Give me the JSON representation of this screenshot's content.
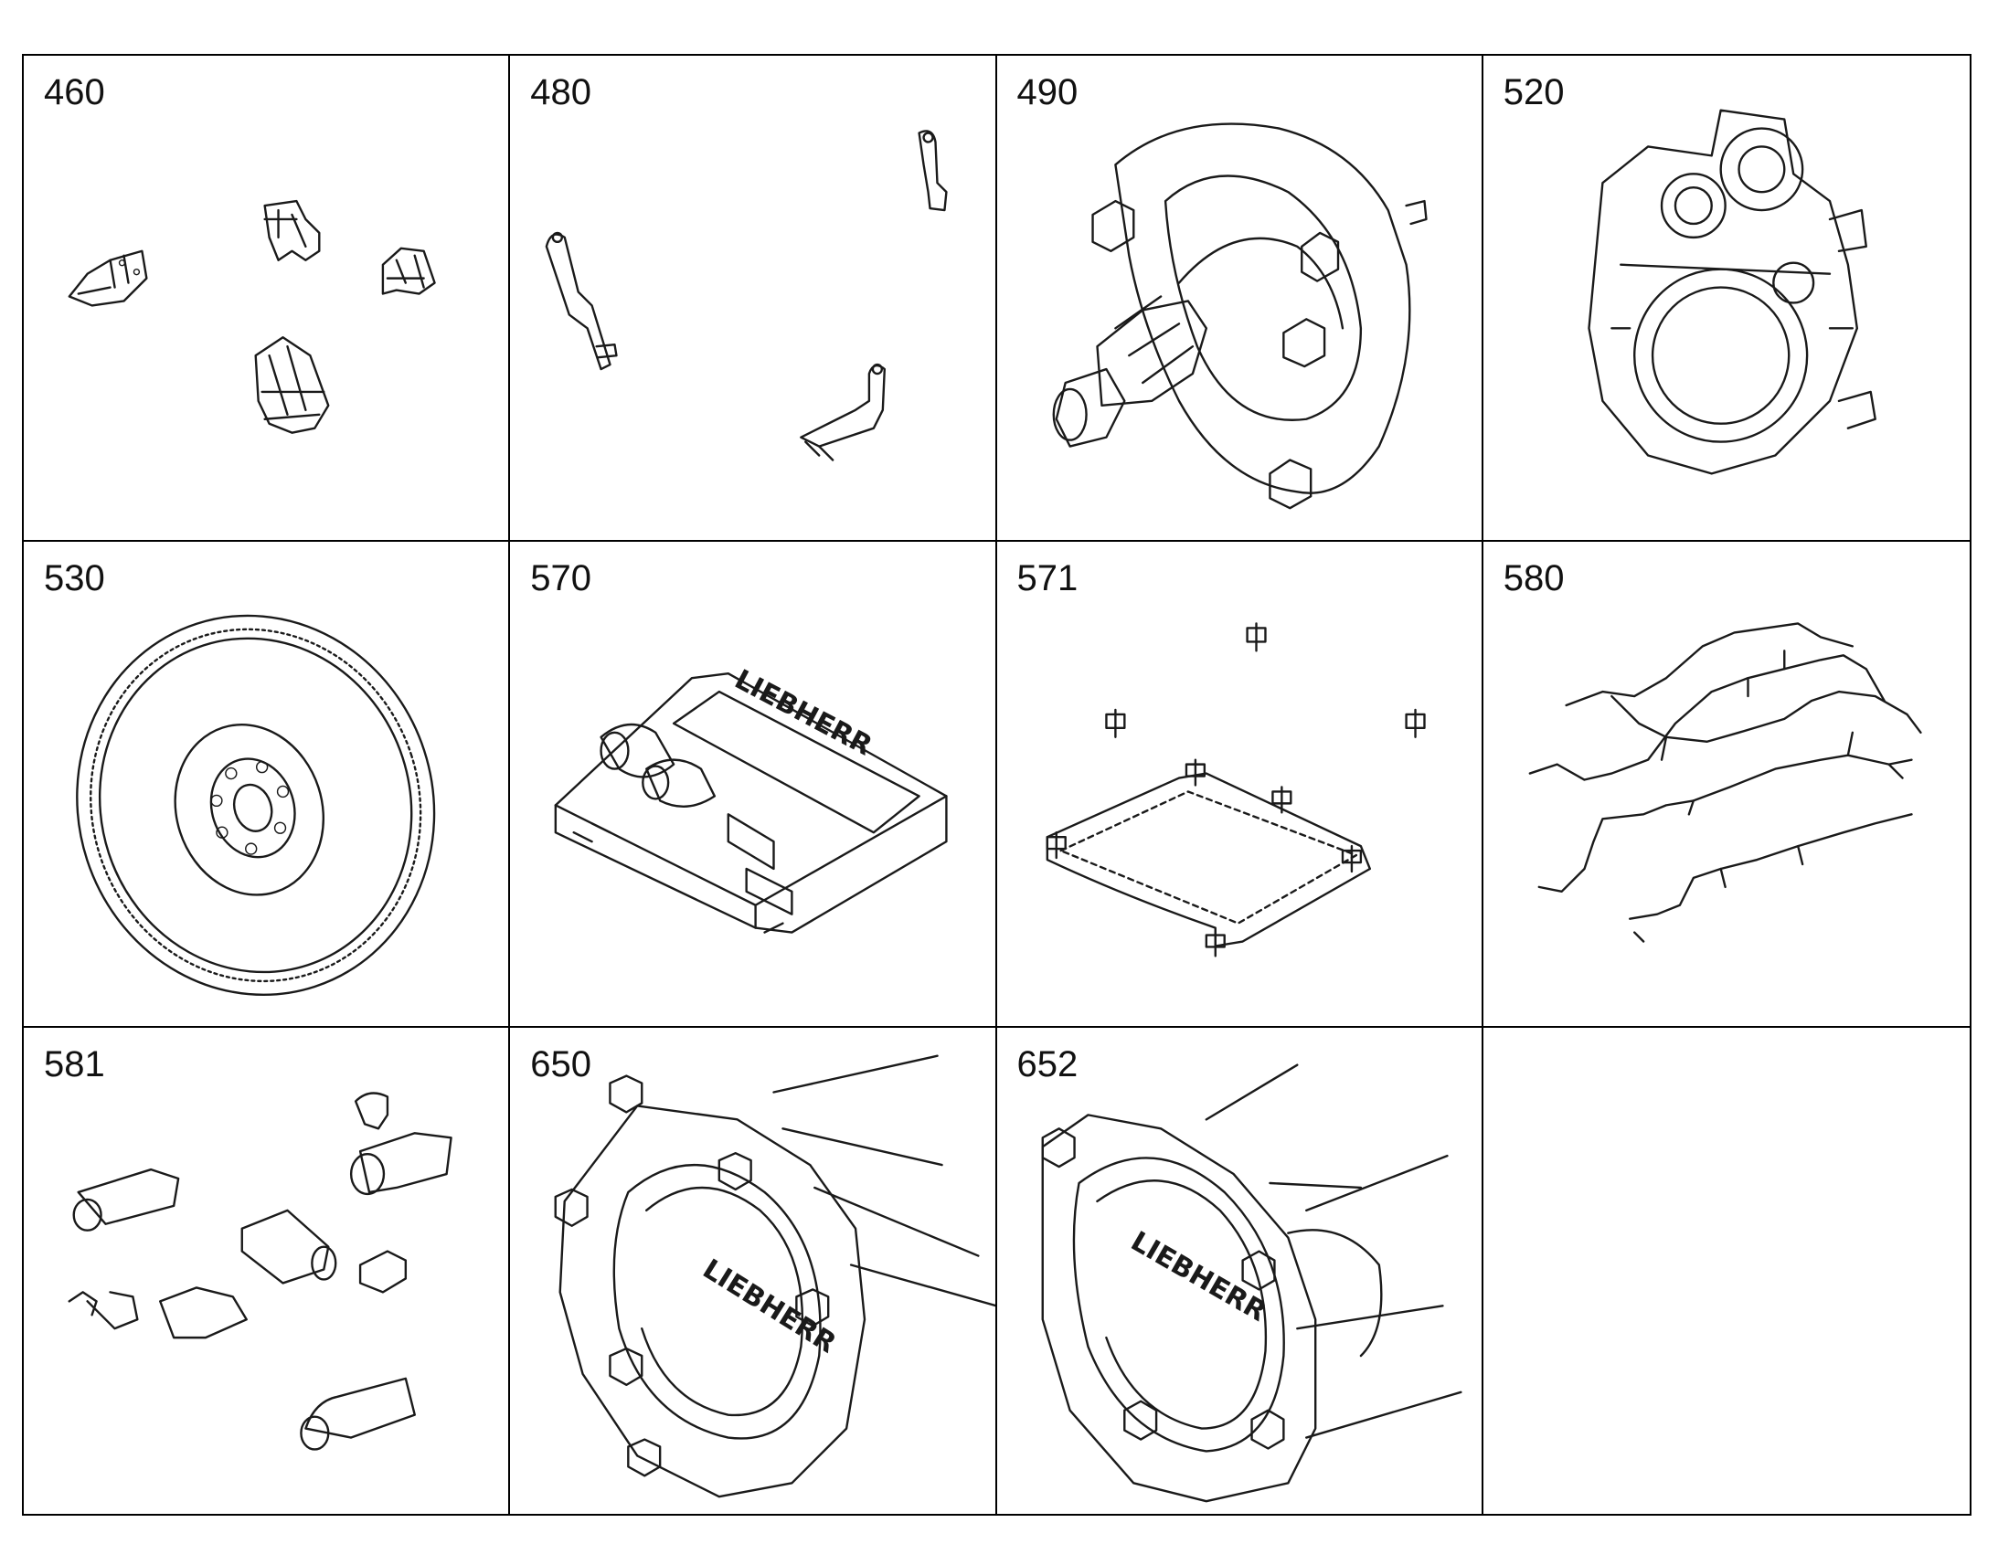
{
  "cells": [
    {
      "number": "460",
      "icon": "engine-mount-brackets-icon"
    },
    {
      "number": "480",
      "icon": "lifting-eyes-icon"
    },
    {
      "number": "490",
      "icon": "pump-drive-flange-icon"
    },
    {
      "number": "520",
      "icon": "timing-housing-icon"
    },
    {
      "number": "530",
      "icon": "flywheel-icon"
    },
    {
      "number": "570",
      "icon": "control-unit-icon"
    },
    {
      "number": "571",
      "icon": "control-unit-mounting-icon"
    },
    {
      "number": "580",
      "icon": "wiring-harness-icon"
    },
    {
      "number": "581",
      "icon": "sensors-icon"
    },
    {
      "number": "650",
      "icon": "pto-housing-icon"
    },
    {
      "number": "652",
      "icon": "pto-adapter-icon"
    },
    {
      "number": "",
      "icon": ""
    }
  ],
  "logo_text": "LIEBHERR"
}
